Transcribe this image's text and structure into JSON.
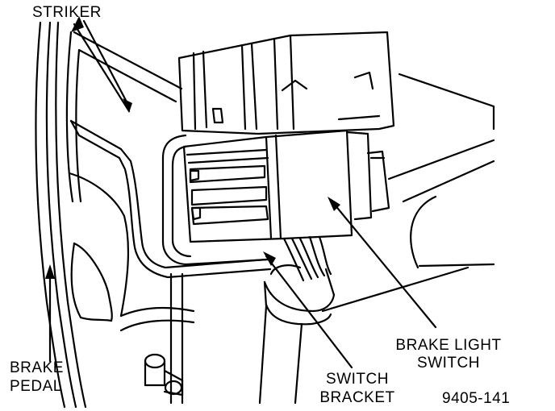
{
  "labels": {
    "striker": "STRIKER",
    "brake_pedal": [
      "BRAKE",
      "PEDAL"
    ],
    "switch_bracket": [
      "SWITCH",
      "BRACKET"
    ],
    "brake_light_switch": [
      "BRAKE LIGHT",
      "SWITCH"
    ],
    "figure_number": "9405-141"
  },
  "colors": {
    "ink": "#000000",
    "paper": "#ffffff"
  }
}
